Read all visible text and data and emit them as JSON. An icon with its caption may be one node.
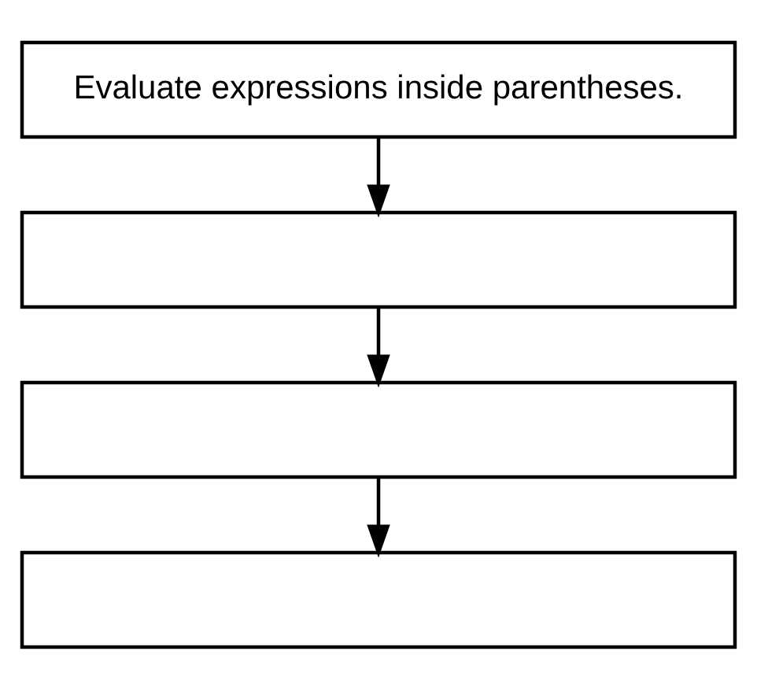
{
  "diagram": {
    "nodes": [
      {
        "text": [
          "Evaluate expressions inside parentheses."
        ]
      },
      {
        "text": [],
        "shape": "box"
      },
      {
        "text": [],
        "shape": "box"
      },
      {
        "text": [],
        "shape": "box"
      }
    ],
    "edges": [
      {
        "from": 0,
        "to": 1,
        "arrow": "to"
      },
      {
        "from": 1,
        "to": 2,
        "arrow": "to"
      },
      {
        "from": 2,
        "to": 3,
        "arrow": "to"
      }
    ]
  }
}
